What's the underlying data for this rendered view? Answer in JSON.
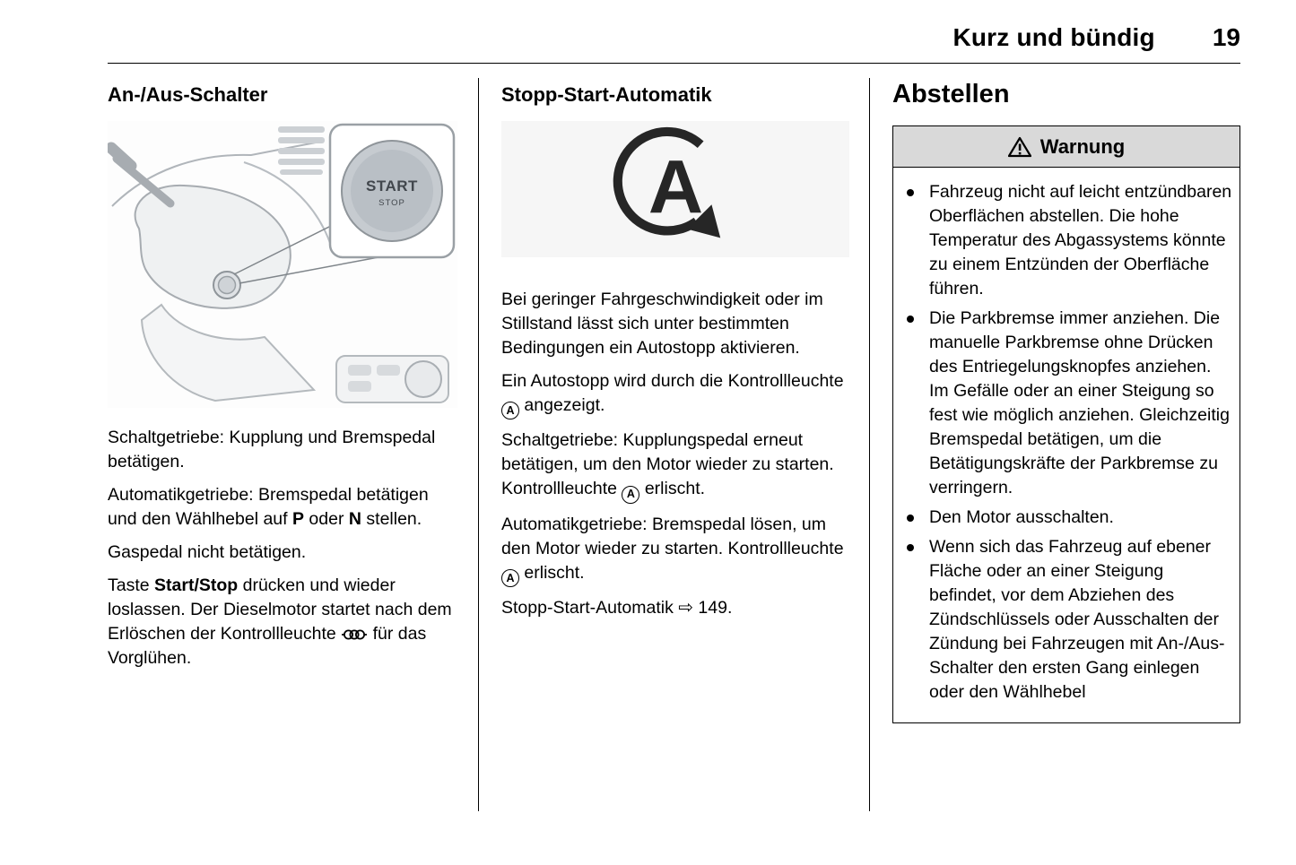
{
  "header": {
    "section_title": "Kurz und bündig",
    "page_number": "19"
  },
  "icons": {
    "autostop": "circle-arrow-with-A",
    "glow_plug": "coil",
    "warning": "triangle-exclamation",
    "reference_arrow": "⇨"
  },
  "left_column": {
    "heading": "An-/Aus-Schalter",
    "illustration": {
      "button_label_top": "START",
      "button_label_bottom": "STOP"
    },
    "p_manual": "Schaltgetriebe: Kupplung und Bremspedal betätigen.",
    "p_auto": {
      "t1": "Automatikgetriebe: Bremspedal betätigen und den Wählhebel auf ",
      "b1": "P",
      "t2": " oder ",
      "b2": "N",
      "t3": " stellen."
    },
    "p_gas": "Gaspedal nicht betätigen.",
    "p_start": {
      "t1": "Taste ",
      "b1": "Start/Stop",
      "t2": " drücken und wieder loslassen. Der Dieselmotor startet nach dem Erlöschen der Kontrollleuchte ",
      "t3": " für das Vorglühen."
    }
  },
  "middle_column": {
    "heading": "Stopp-Start-Automatik",
    "autostop_icon_letter": "A",
    "p_intro": "Bei geringer Fahrgeschwindigkeit oder im Stillstand lässt sich unter bestimmten Bedingungen ein Autostopp aktivieren.",
    "p_indicator": {
      "t1": "Ein Autostopp wird durch die Kontrollleuchte ",
      "icon_letter": "A",
      "t2": " angezeigt."
    },
    "p_manual": {
      "t1": "Schaltgetriebe: Kupplungspedal erneut betätigen, um den Motor wieder zu starten. Kontrollleuchte ",
      "icon_letter": "A",
      "t2": " erlischt."
    },
    "p_auto": {
      "t1": "Automatikgetriebe: Bremspedal lösen, um den Motor wieder zu starten. Kontrollleuchte ",
      "icon_letter": "A",
      "t2": " erlischt."
    },
    "p_ref": {
      "t1": "Stopp-Start-Automatik ",
      "arrow": "⇨",
      "t2": " 149."
    }
  },
  "right_column": {
    "heading": "Abstellen",
    "warning": {
      "title": "Warnung",
      "bullets": [
        "Fahrzeug nicht auf leicht entzündbaren Oberflächen abstellen. Die hohe Temperatur des Abgassystems könnte zu einem Entzünden der Oberfläche führen.",
        "Die Parkbremse immer anziehen. Die manuelle Parkbremse ohne Drücken des Entriegelungsknopfes anziehen. Im Gefälle oder an einer Steigung so fest wie möglich anziehen. Gleichzeitig Bremspedal betätigen, um die Betätigungskräfte der Parkbremse zu verringern.",
        "Den Motor ausschalten.",
        "Wenn sich das Fahrzeug auf ebener Fläche oder an einer Steigung befindet, vor dem Abziehen des Zündschlüssels oder Ausschalten der Zündung bei Fahrzeugen mit An-/Aus-Schalter den ersten Gang einlegen oder den Wählhebel"
      ]
    }
  }
}
